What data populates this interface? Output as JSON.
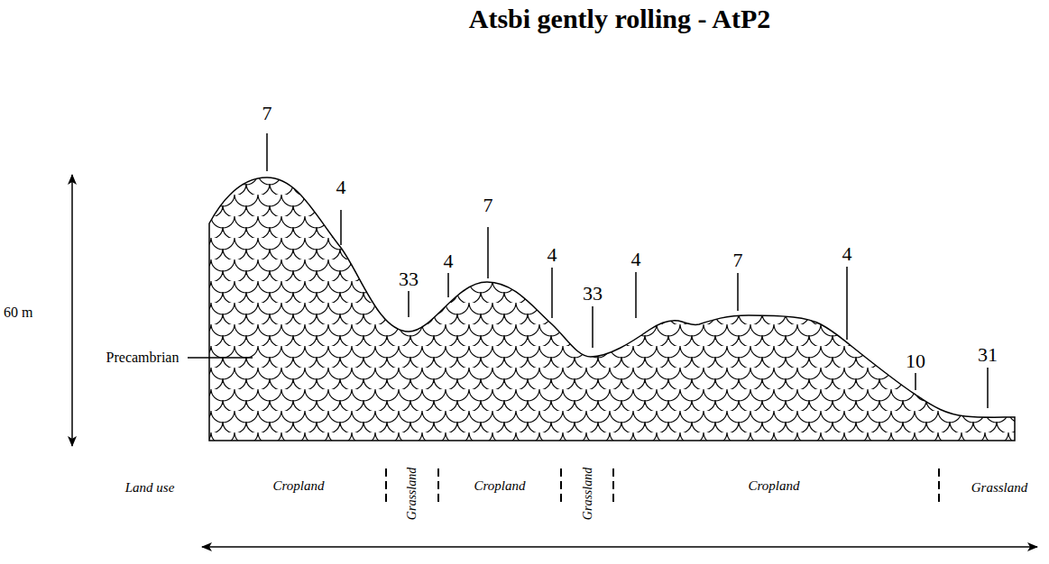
{
  "diagram": {
    "title": "Atsbi gently rolling - AtP2",
    "labels": [
      "7",
      "4",
      "33",
      "4",
      "7",
      "4",
      "33",
      "4",
      "7",
      "4",
      "10",
      "31",
      "60 m",
      "Precambrian",
      "Land use",
      "Cropland",
      "Grassland",
      "Cropland",
      "Grassland",
      "Cropland",
      "Grassland"
    ]
  }
}
